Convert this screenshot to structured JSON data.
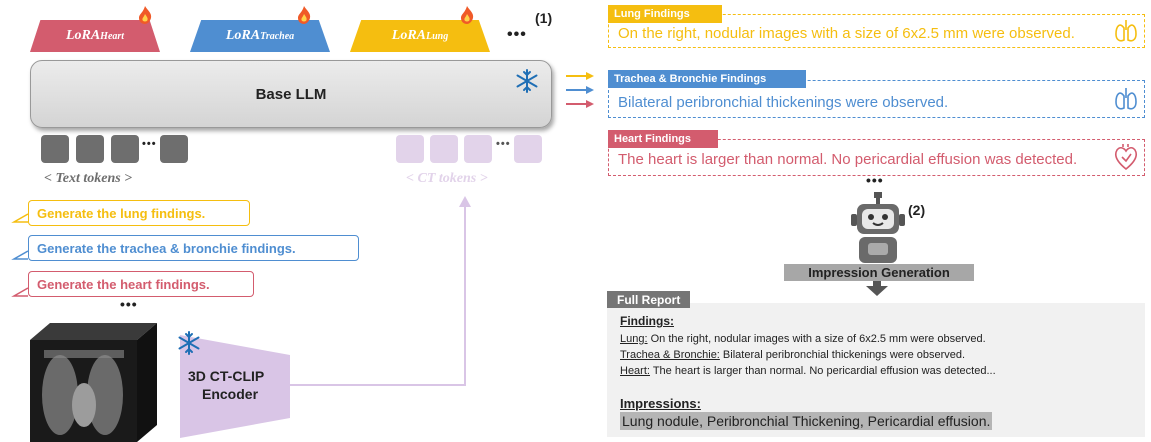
{
  "lora": {
    "heart": {
      "base": "LoRA",
      "sub": "Heart",
      "color": "#d35c6e"
    },
    "trachea": {
      "base": "LoRA",
      "sub": "Trachea",
      "color": "#4f8ed1"
    },
    "lung": {
      "base": "LoRA",
      "sub": "Lung",
      "color": "#f5be10"
    },
    "more": "•••",
    "step": "(1)"
  },
  "base_llm": "Base LLM",
  "text_tokens": {
    "ellipsis": "•••",
    "label": "< Text tokens >",
    "color": "#6e6e6e"
  },
  "ct_tokens": {
    "ellipsis": "•••",
    "label": "< CT tokens >",
    "color": "#e2d3ea"
  },
  "prompts": {
    "lung": "Generate the lung findings.",
    "trachea": "Generate the trachea & bronchie findings.",
    "heart": "Generate the heart findings.",
    "more": "•••"
  },
  "encoder": {
    "line1": "3D CT-CLIP",
    "line2": "Encoder"
  },
  "findings": {
    "lung": {
      "tag": "Lung Findings",
      "text": "On the right, nodular images with a size of 6x2.5 mm were observed.",
      "color": "#f5be10"
    },
    "trachea": {
      "tag": "Trachea & Bronchie Findings",
      "text": "Bilateral peribronchial thickenings were observed.",
      "color": "#4f8ed1"
    },
    "heart": {
      "tag": "Heart Findings",
      "text": "The heart is larger than normal. No pericardial effusion was detected.",
      "color": "#d35c6e"
    },
    "more": "•••"
  },
  "robot": {
    "step": "(2)",
    "label": "Impression Generation"
  },
  "report": {
    "tag": "Full Report",
    "findings_title": "Findings:",
    "lines": [
      {
        "key": "Lung:",
        "text": " On the right, nodular images with a size of 6x2.5 mm were observed."
      },
      {
        "key": "Trachea & Bronchie:",
        "text": " Bilateral peribronchial thickenings were observed."
      },
      {
        "key": "Heart:",
        "text": " The heart is larger than normal. No pericardial effusion was detected..."
      }
    ],
    "impressions_title": "Impressions:",
    "impressions_text": "Lung nodule, Peribronchial Thickening, Pericardial effusion."
  },
  "icons": {
    "flame": "flame-icon",
    "snowflake": "snowflake-icon",
    "lungs": "lungs-icon",
    "heart": "heart-organ-icon",
    "robot": "robot-icon"
  }
}
